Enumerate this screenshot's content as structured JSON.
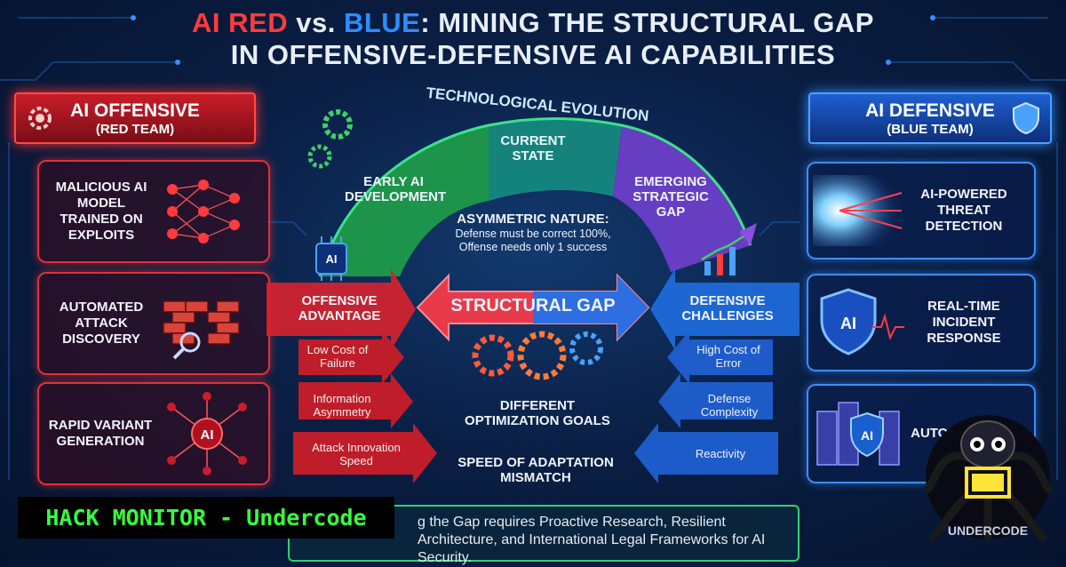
{
  "title": {
    "line1_red": "AI RED",
    "line1_vs": " vs. ",
    "line1_blue": "BLUE",
    "line1_rest": ": MINING THE STRUCTURAL GAP",
    "line2": "IN OFFENSIVE-DEFENSIVE AI CAPABILITIES"
  },
  "offensive": {
    "header": "AI OFFENSIVE",
    "subheader": "(RED TEAM)",
    "cards": [
      {
        "label": "MALICIOUS AI MODEL TRAINED ON EXPLOITS",
        "icon": "neural-network-icon"
      },
      {
        "label": "AUTOMATED ATTACK DISCOVERY",
        "icon": "broken-wall-icon"
      },
      {
        "label": "RAPID VARIANT GENERATION",
        "icon": "ai-virus-icon"
      }
    ]
  },
  "defensive": {
    "header": "AI DEFENSIVE",
    "subheader": "(BLUE TEAM)",
    "cards": [
      {
        "label": "AI-POWERED THREAT DETECTION",
        "icon": "light-burst-icon"
      },
      {
        "label": "REAL-TIME INCIDENT RESPONSE",
        "icon": "ai-shield-icon"
      },
      {
        "label": "AUTONOMOUS",
        "icon": "server-shield-icon"
      }
    ]
  },
  "evolution": {
    "title": "TECHNOLOGICAL EVOLUTION",
    "early": "EARLY AI DEVELOPMENT",
    "current": "CURRENT STATE",
    "emerging": "EMERGING STRATEGIC GAP",
    "asym_title": "ASYMMETRIC NATURE:",
    "asym_line1": "Defense must be correct 100%,",
    "asym_line2": "Offense needs only 1 success"
  },
  "middle": {
    "offensive_adv": "OFFENSIVE ADVANTAGE",
    "structural_gap": "STRUCTURAL GAP",
    "defensive_ch": "DEFENSIVE CHALLENGES",
    "opt_goals": "DIFFERENT OPTIMIZATION GOALS",
    "speed": "SPEED OF ADAPTATION MISMATCH",
    "red_items": [
      "Low Cost of Failure",
      "Information Asymmetry",
      "Attack Innovation Speed"
    ],
    "blue_items": [
      "High Cost of Error",
      "Defense Complexity",
      "Reactivity"
    ],
    "ai_chip": "AI"
  },
  "banner": {
    "text": "g the Gap requires Proactive Research, Resilient Architecture, and International Legal Frameworks for AI Security."
  },
  "watermark": {
    "hack": "HACK MONITOR - Undercode",
    "brand": "UNDERCODE"
  },
  "colors": {
    "red": "#ff3b3b",
    "blue": "#2f8cff",
    "green": "#2fd07a",
    "purple": "#8a4fe0"
  }
}
